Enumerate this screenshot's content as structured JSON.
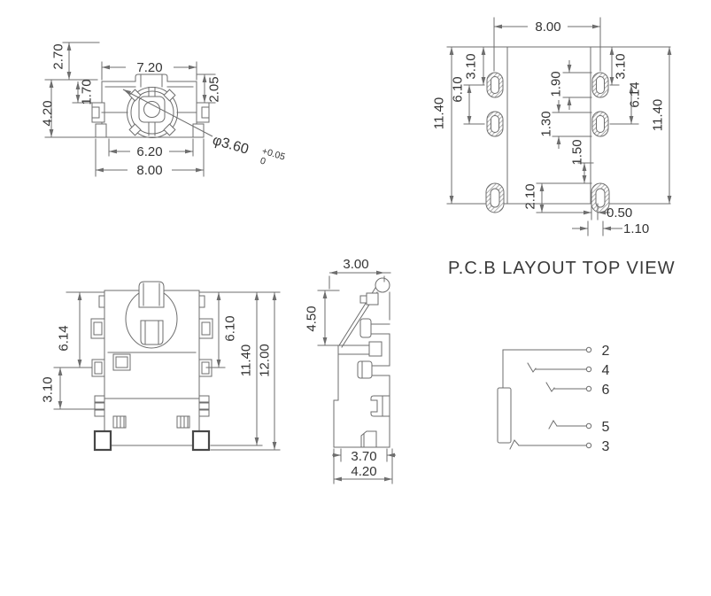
{
  "title": "P.C.B LAYOUT TOP VIEW",
  "top_view": {
    "dim_270": "2.70",
    "dim_720": "7.20",
    "dim_420": "4.20",
    "dim_170": "1.70",
    "dim_205": "2.05",
    "dim_620": "6.20",
    "dim_800": "8.00",
    "dia_label": "φ3.60",
    "dia_tol_upper": "+0.05",
    "dia_tol_lower": "0"
  },
  "pcb_layout": {
    "dim_800": "8.00",
    "dim_1140_left": "11.40",
    "dim_610": "6.10",
    "dim_310_left": "3.10",
    "dim_190": "1.90",
    "dim_130": "1.30",
    "dim_150": "1.50",
    "dim_210": "2.10",
    "dim_310_right": "3.10",
    "dim_614": "6.14",
    "dim_1140_right": "11.40",
    "dim_050": "0.50",
    "dim_110": "1.10"
  },
  "front_view": {
    "dim_614": "6.14",
    "dim_310": "3.10",
    "dim_610": "6.10",
    "dim_1140": "11.40",
    "dim_1200": "12.00"
  },
  "side_view": {
    "dim_300": "3.00",
    "dim_450": "4.50",
    "dim_370": "3.70",
    "dim_420": "4.20"
  },
  "schematic": {
    "pins": [
      {
        "label": "2"
      },
      {
        "label": "4"
      },
      {
        "label": "6"
      },
      {
        "label": "5"
      },
      {
        "label": "3"
      }
    ]
  },
  "colors": {
    "line": "#6e6e6e",
    "text": "#343434"
  }
}
